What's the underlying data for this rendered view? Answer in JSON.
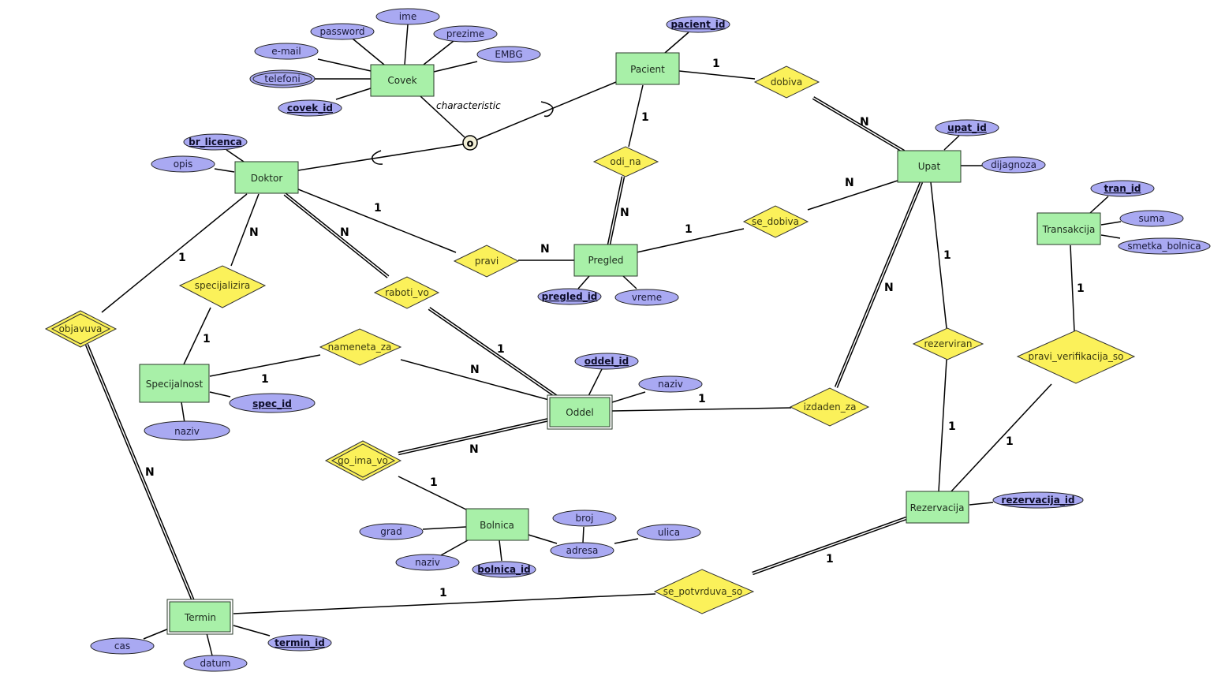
{
  "diagram": {
    "type": "ER diagram",
    "colors": {
      "entity": "#a8f0a8",
      "relationship": "#fbf15a",
      "attribute": "#a9a9f2"
    },
    "entities": [
      {
        "id": "covek",
        "label": "Covek",
        "weak": false
      },
      {
        "id": "pacient",
        "label": "Pacient",
        "weak": false
      },
      {
        "id": "doktor",
        "label": "Doktor",
        "weak": false
      },
      {
        "id": "upat",
        "label": "Upat",
        "weak": false
      },
      {
        "id": "pregled",
        "label": "Pregled",
        "weak": false
      },
      {
        "id": "transakcija",
        "label": "Transakcija",
        "weak": false
      },
      {
        "id": "specijalnost",
        "label": "Specijalnost",
        "weak": false
      },
      {
        "id": "oddel",
        "label": "Oddel",
        "weak": true
      },
      {
        "id": "bolnica",
        "label": "Bolnica",
        "weak": false
      },
      {
        "id": "rezervacija",
        "label": "Rezervacija",
        "weak": false
      },
      {
        "id": "termin",
        "label": "Termin",
        "weak": true
      }
    ],
    "relationships": [
      {
        "id": "dobiva",
        "label": "dobiva",
        "identifying": false
      },
      {
        "id": "odi_na",
        "label": "odi_na",
        "identifying": false
      },
      {
        "id": "se_dobiva",
        "label": "se_dobiva",
        "identifying": false
      },
      {
        "id": "pravi",
        "label": "pravi",
        "identifying": false
      },
      {
        "id": "specijalizira",
        "label": "specijalizira",
        "identifying": false
      },
      {
        "id": "raboti_vo",
        "label": "raboti_vo",
        "identifying": false
      },
      {
        "id": "objavuva",
        "label": "objavuva",
        "identifying": true
      },
      {
        "id": "nameneta_za",
        "label": "nameneta_za",
        "identifying": false
      },
      {
        "id": "go_ima_vo",
        "label": "go_ima_vo",
        "identifying": true
      },
      {
        "id": "izdaden_za",
        "label": "izdaden_za",
        "identifying": false
      },
      {
        "id": "rezerviran",
        "label": "rezerviran",
        "identifying": false
      },
      {
        "id": "pravi_verifikacija_so",
        "label": "pravi_verifikacija_so",
        "identifying": false
      },
      {
        "id": "se_potvrduva_so",
        "label": "se_potvrduva_so",
        "identifying": false
      }
    ],
    "attributes": [
      {
        "id": "ime",
        "label": "ime",
        "owner": "Covek",
        "key": false,
        "multivalued": false
      },
      {
        "id": "password",
        "label": "password",
        "owner": "Covek",
        "key": false,
        "multivalued": false
      },
      {
        "id": "prezime",
        "label": "prezime",
        "owner": "Covek",
        "key": false,
        "multivalued": false
      },
      {
        "id": "email",
        "label": "e-mail",
        "owner": "Covek",
        "key": false,
        "multivalued": false
      },
      {
        "id": "embg",
        "label": "EMBG",
        "owner": "Covek",
        "key": false,
        "multivalued": false
      },
      {
        "id": "telefoni",
        "label": "telefoni",
        "owner": "Covek",
        "key": false,
        "multivalued": true
      },
      {
        "id": "covek_id",
        "label": "covek_id",
        "owner": "Covek",
        "key": true,
        "multivalued": false
      },
      {
        "id": "pacient_id",
        "label": "pacient_id",
        "owner": "Pacient",
        "key": true,
        "multivalued": false
      },
      {
        "id": "br_licenca",
        "label": "br_licenca",
        "owner": "Doktor",
        "key": true,
        "multivalued": false
      },
      {
        "id": "opis",
        "label": "opis",
        "owner": "Doktor",
        "key": false,
        "multivalued": false
      },
      {
        "id": "upat_id",
        "label": "upat_id",
        "owner": "Upat",
        "key": true,
        "multivalued": false
      },
      {
        "id": "dijagnoza",
        "label": "dijagnoza",
        "owner": "Upat",
        "key": false,
        "multivalued": false
      },
      {
        "id": "tran_id",
        "label": "tran_id",
        "owner": "Transakcija",
        "key": true,
        "multivalued": false
      },
      {
        "id": "suma",
        "label": "suma",
        "owner": "Transakcija",
        "key": false,
        "multivalued": false
      },
      {
        "id": "smetka_bolnica",
        "label": "smetka_bolnica",
        "owner": "Transakcija",
        "key": false,
        "multivalued": false
      },
      {
        "id": "pregled_id",
        "label": "pregled_id",
        "owner": "Pregled",
        "key": true,
        "multivalued": false
      },
      {
        "id": "vreme",
        "label": "vreme",
        "owner": "Pregled",
        "key": false,
        "multivalued": false
      },
      {
        "id": "spec_id",
        "label": "spec_id",
        "owner": "Specijalnost",
        "key": true,
        "multivalued": false
      },
      {
        "id": "spec_naziv",
        "label": "naziv",
        "owner": "Specijalnost",
        "key": false,
        "multivalued": false
      },
      {
        "id": "oddel_id",
        "label": "oddel_id",
        "owner": "Oddel",
        "key": true,
        "multivalued": false
      },
      {
        "id": "oddel_naziv",
        "label": "naziv",
        "owner": "Oddel",
        "key": false,
        "multivalued": false
      },
      {
        "id": "grad",
        "label": "grad",
        "owner": "Bolnica",
        "key": false,
        "multivalued": false
      },
      {
        "id": "bolnica_naziv",
        "label": "naziv",
        "owner": "Bolnica",
        "key": false,
        "multivalued": false
      },
      {
        "id": "bolnica_id",
        "label": "bolnica_id",
        "owner": "Bolnica",
        "key": true,
        "multivalued": false
      },
      {
        "id": "adresa",
        "label": "adresa",
        "owner": "Bolnica",
        "key": false,
        "multivalued": false
      },
      {
        "id": "broj",
        "label": "broj",
        "owner": "adresa",
        "key": false,
        "multivalued": false
      },
      {
        "id": "ulica",
        "label": "ulica",
        "owner": "adresa",
        "key": false,
        "multivalued": false
      },
      {
        "id": "rezervacija_id",
        "label": "rezervacija_id",
        "owner": "Rezervacija",
        "key": true,
        "multivalued": false
      },
      {
        "id": "cas",
        "label": "cas",
        "owner": "Termin",
        "key": false,
        "multivalued": false
      },
      {
        "id": "datum",
        "label": "datum",
        "owner": "Termin",
        "key": false,
        "multivalued": false
      },
      {
        "id": "termin_id",
        "label": "termin_id",
        "owner": "Termin",
        "key": true,
        "multivalued": false
      }
    ],
    "specialization": {
      "superclass": "Covek",
      "subclasses": [
        "Pacient",
        "Doktor"
      ],
      "symbol": "o",
      "predicate_label": "characteristic"
    },
    "cardinalities": {
      "pacient_dobiva": "1",
      "dobiva_upat": "N",
      "pacient_odi_na": "1",
      "odi_na_pregled": "N",
      "pregled_se_dobiva": "1",
      "se_dobiva_upat": "N",
      "doktor_pravi": "1",
      "pravi_pregled": "N",
      "doktor_specijalizira": "N",
      "specijalizira_specijalnost": "1",
      "doktor_raboti_vo": "N",
      "raboti_vo_oddel": "1",
      "doktor_objavuva": "1",
      "objavuva_termin": "N",
      "specijalnost_nameneta_za": "1",
      "nameneta_za_oddel": "N",
      "oddel_go_ima_vo": "N",
      "go_ima_vo_bolnica": "1",
      "oddel_izdaden_za": "1",
      "izdaden_za_upat": "N",
      "upat_rezerviran": "1",
      "rezerviran_rezervacija": "1",
      "transakcija_pravi_verifikacija_so": "1",
      "pravi_verifikacija_so_rezervacija": "1",
      "termin_se_potvrduva_so": "1",
      "se_potvrduva_so_rezervacija": "1"
    }
  }
}
